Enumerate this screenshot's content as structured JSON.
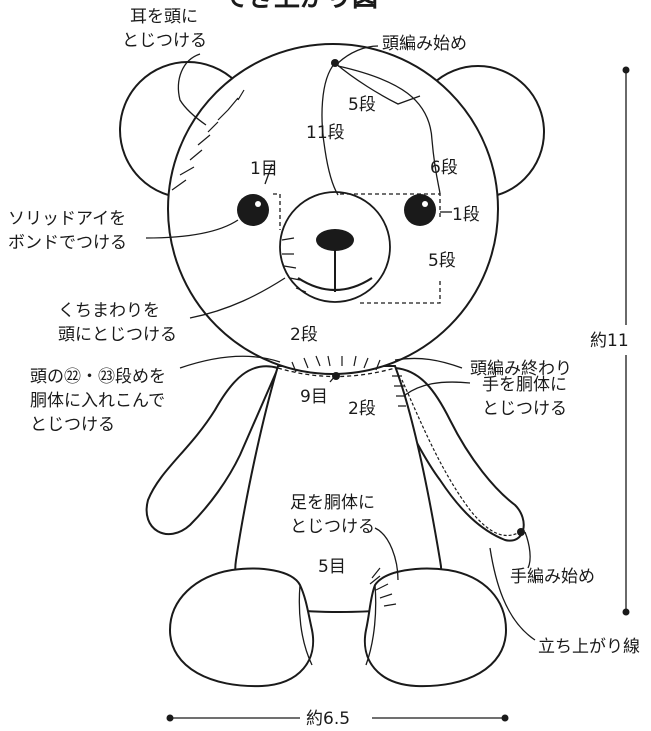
{
  "title": "でき上がり図",
  "labels": {
    "ear_attach_1": "耳を頭に",
    "ear_attach_2": "とじつける",
    "head_start": "頭編み始め",
    "rounds_5_top": "5段",
    "rounds_11": "11段",
    "rounds_6": "6段",
    "stitch_1": "1目",
    "round_1": "1段",
    "rounds_5_side": "5段",
    "eye_1": "ソリッドアイを",
    "eye_2": "ボンドでつける",
    "mouth_1": "くちまわりを",
    "mouth_2": "頭にとじつける",
    "rounds_2_neck": "2段",
    "head_end": "頭編み終わり",
    "neck_1": "頭の㉒・㉓段めを",
    "neck_2": "胴体に入れこんで",
    "neck_3": "とじつける",
    "stitch_9": "9目",
    "rounds_2_arm": "2段",
    "arm_1": "手を胴体に",
    "arm_2": "とじつける",
    "leg_1": "足を胴体に",
    "leg_2": "とじつける",
    "stitch_5": "5目",
    "hand_start": "手編み始め",
    "rise_line": "立ち上がり線",
    "height": "約11",
    "width": "約6.5"
  }
}
